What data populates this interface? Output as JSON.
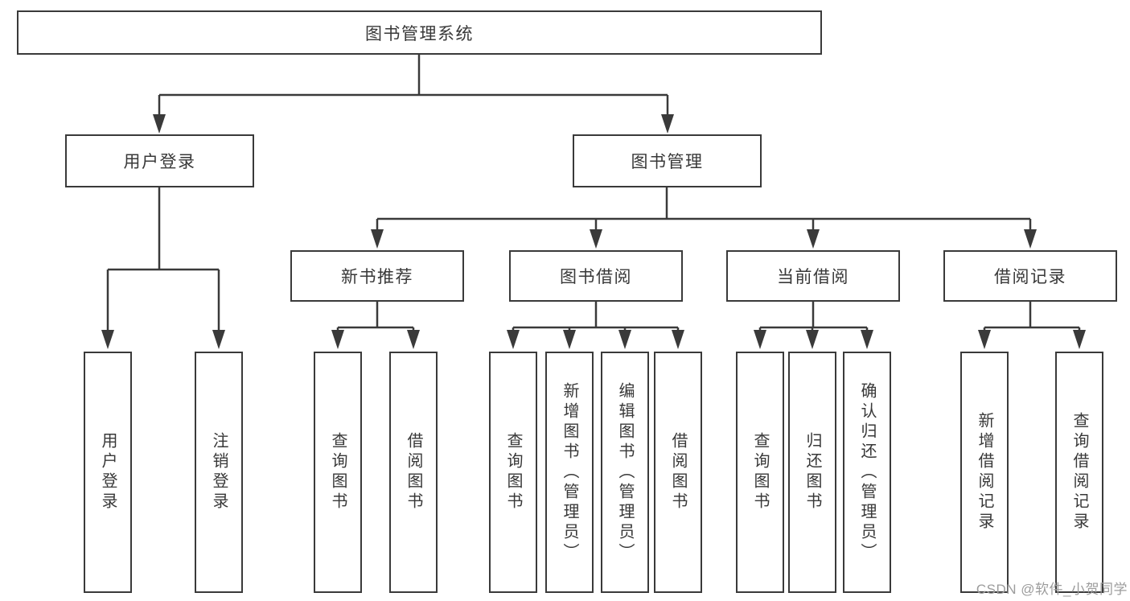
{
  "colors": {
    "line": "#3a3a3a",
    "text": "#383838",
    "watermark": "#9c9c9c",
    "background": "#ffffff"
  },
  "diagram": {
    "root": {
      "label": "图书管理系统"
    },
    "level2": [
      {
        "label": "用户登录"
      },
      {
        "label": "图书管理"
      }
    ],
    "level3": [
      {
        "label": "新书推荐"
      },
      {
        "label": "图书借阅"
      },
      {
        "label": "当前借阅"
      },
      {
        "label": "借阅记录"
      }
    ],
    "leaves": [
      {
        "label": "用户登录"
      },
      {
        "label": "注销登录"
      },
      {
        "label": "查询图书"
      },
      {
        "label": "借阅图书"
      },
      {
        "label": "查询图书"
      },
      {
        "label": "新增图书（管理员）"
      },
      {
        "label": "编辑图书（管理员）"
      },
      {
        "label": "借阅图书"
      },
      {
        "label": "查询图书"
      },
      {
        "label": "归还图书"
      },
      {
        "label": "确认归还（管理员）"
      },
      {
        "label": "新增借阅记录"
      },
      {
        "label": "查询借阅记录"
      }
    ]
  },
  "watermark": {
    "text": "CSDN @软件_小贺同学"
  }
}
